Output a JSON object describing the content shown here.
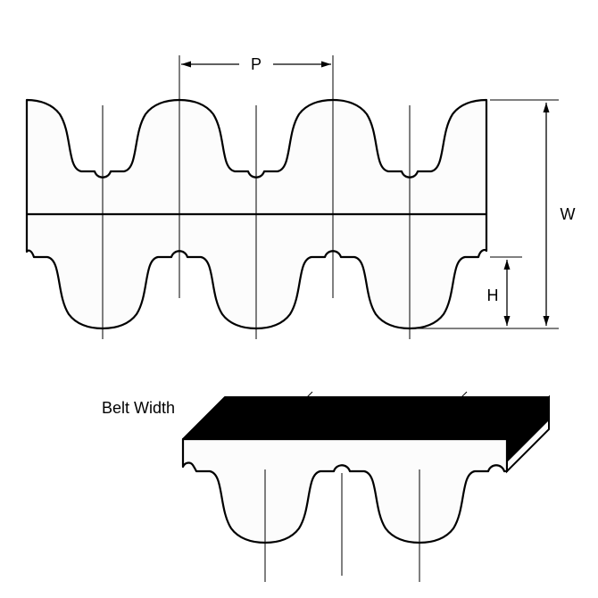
{
  "figure": {
    "labels": {
      "pitch": "P",
      "overall_thickness": "W",
      "tooth_height": "H",
      "belt_width": "Belt Width"
    },
    "colors": {
      "stroke": "#000000",
      "belt_fill": "#fcfcfc",
      "top_face_fill": "#000000",
      "background": "#ffffff"
    }
  }
}
